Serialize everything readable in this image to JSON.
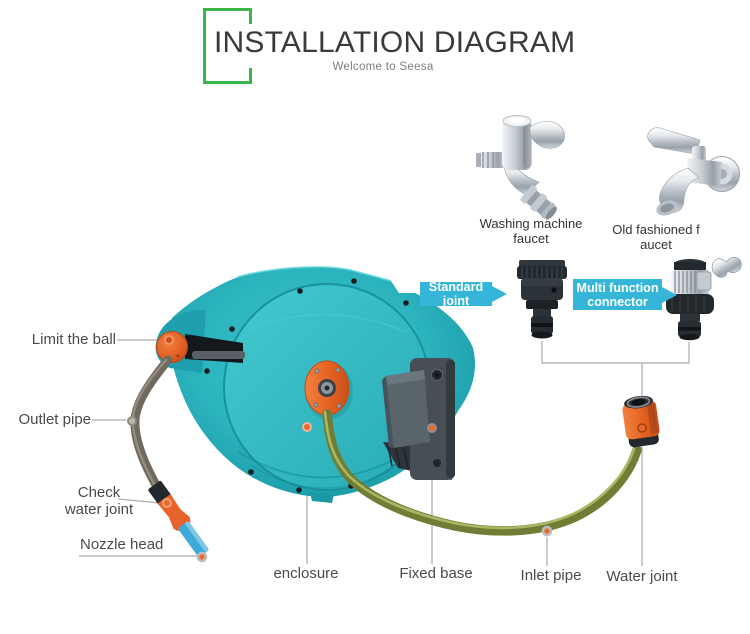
{
  "header": {
    "title": "INSTALLATION DIAGRAM",
    "subtitle": "Welcome to Seesa"
  },
  "colors": {
    "brand_green": "#3CB54A",
    "callout_cyan": "#35B6D8",
    "product_teal": "#2BB6BF",
    "accent_orange": "#E55F2A"
  },
  "faucets": {
    "washing": {
      "caption_line1": "Washing machine",
      "caption_line2": "faucet"
    },
    "old": {
      "caption_line1": "Old fashioned f",
      "caption_line2": "aucet"
    }
  },
  "callouts": {
    "standard": {
      "label": "Standard joint"
    },
    "multi": {
      "line1": "Multi function",
      "line2": "connector"
    }
  },
  "labels": {
    "limit_ball": "Limit the ball",
    "outlet_pipe": "Outlet pipe",
    "check_line1": "Check",
    "check_line2": "water joint",
    "nozzle_head": "Nozzle head",
    "enclosure": "enclosure",
    "fixed_base": "Fixed base",
    "inlet_pipe": "Inlet pipe",
    "water_joint": "Water joint"
  }
}
